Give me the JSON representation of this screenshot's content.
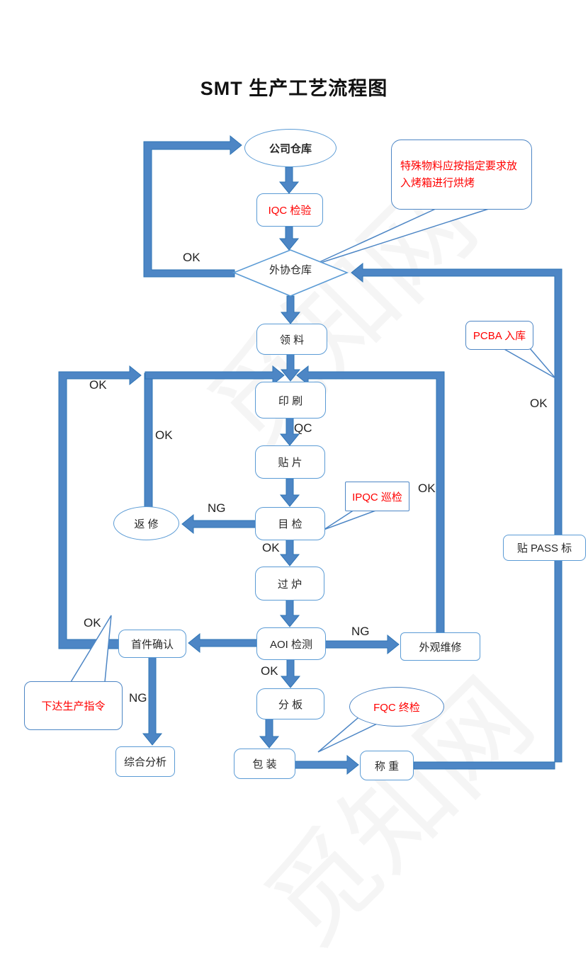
{
  "title": "SMT 生产工艺流程图",
  "watermark": "觅知网",
  "nodes": {
    "company_warehouse": "公司仓库",
    "iqc": "IQC 检验",
    "outsource_warehouse": "外协仓库",
    "material_pick": "领 料",
    "printing": "印 刷",
    "placement": "贴 片",
    "visual_inspection": "目 检",
    "rework": "返 修",
    "reflow": "过 炉",
    "aoi": "AOI 检测",
    "first_article": "首件确认",
    "appearance_repair": "外观维修",
    "depanel": "分 板",
    "analysis": "综合分析",
    "packing": "包 装",
    "weighing": "称 重",
    "pass_label": "贴 PASS 标"
  },
  "callouts": {
    "special_material": "特殊物料应按指定要求放入烤箱进行烘烤",
    "pcba_storage": "PCBA 入库",
    "ipqc": "IPQC 巡检",
    "production_order": "下达生产指令",
    "fqc": "FQC 终检"
  },
  "edge_labels": {
    "ok": "OK",
    "ng": "NG",
    "qc": "QC"
  },
  "colors": {
    "arrow_fill": "#4d86c5",
    "arrow_stroke": "#2e74b5",
    "node_border": "#5b9bd5",
    "red_text": "#ff0000"
  }
}
